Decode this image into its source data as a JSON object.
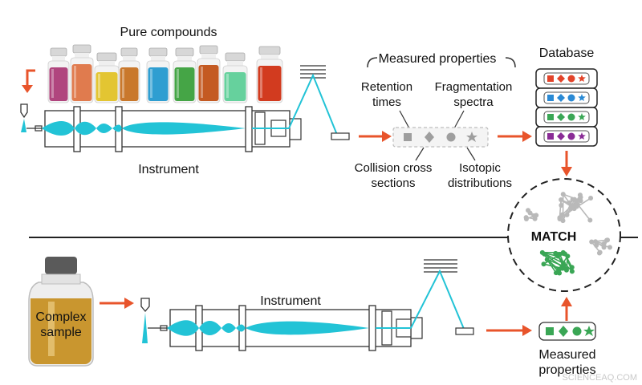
{
  "labels": {
    "pure_compounds": "Pure compounds",
    "instrument_top": "Instrument",
    "instrument_bottom": "Instrument",
    "measured_properties_title": "Measured properties",
    "retention_1": "Retention",
    "retention_2": "times",
    "fragmentation_1": "Fragmentation",
    "fragmentation_2": "spectra",
    "collision_1": "Collision cross",
    "collision_2": "sections",
    "isotopic_1": "Isotopic",
    "isotopic_2": "distributions",
    "database": "Database",
    "match": "MATCH",
    "complex_1": "Complex",
    "complex_2": "sample",
    "measured_1": "Measured",
    "measured_2": "properties",
    "watermark": "SCIENCEAQ.COM"
  },
  "colors": {
    "accent_orange": "#e8542b",
    "beam_cyan": "#22c3d6",
    "green": "#3aa655",
    "gray_molecule": "#b9b9b9",
    "vial_colors": [
      "#b0457e",
      "#e07b4e",
      "#e3c532",
      "#c9782c",
      "#2f9ed1",
      "#45a546",
      "#c45a22",
      "#66d19d",
      "#d23b1f"
    ],
    "db_rows": [
      [
        "#e2442a",
        "#e2442a",
        "#e2442a",
        "#e2442a"
      ],
      [
        "#2a8ad5",
        "#2a8ad5",
        "#2a8ad5",
        "#2a8ad5"
      ],
      [
        "#3aa655",
        "#3aa655",
        "#3aa655",
        "#3aa655"
      ],
      [
        "#8a2c96",
        "#8a2c96",
        "#8a2c96",
        "#8a2c96"
      ]
    ]
  },
  "icons": [
    "square-icon",
    "diamond-icon",
    "circle-icon",
    "star-icon"
  ]
}
